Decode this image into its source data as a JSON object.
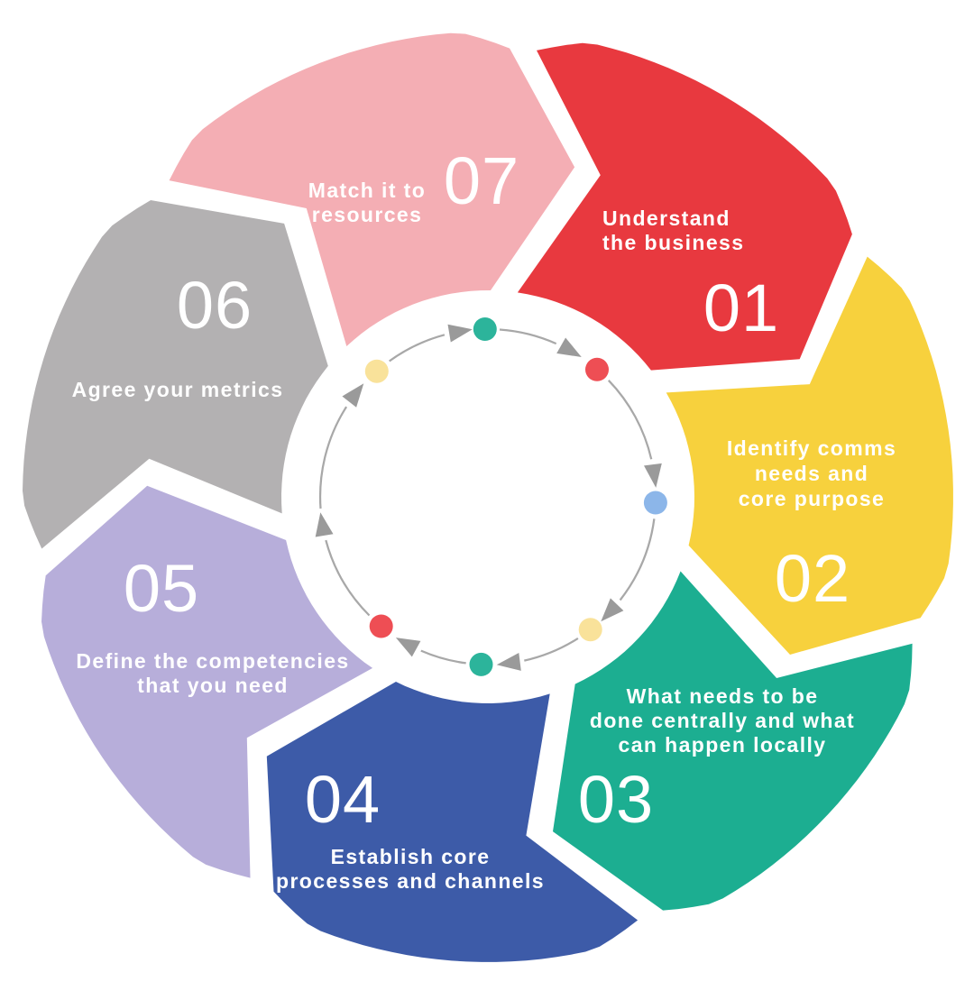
{
  "diagram": {
    "kind": "seven-step-cycle",
    "text_color": "#ffffff",
    "steps": [
      {
        "number": "01",
        "label_lines": [
          "Understand",
          "the business"
        ],
        "color": "#e8393f"
      },
      {
        "number": "02",
        "label_lines": [
          "Identify comms",
          "needs and",
          "core purpose"
        ],
        "color": "#f7d13d"
      },
      {
        "number": "03",
        "label_lines": [
          "What needs to be",
          "done centrally and what",
          "can happen locally"
        ],
        "color": "#1cae91"
      },
      {
        "number": "04",
        "label_lines": [
          "Establish core",
          "processes and channels"
        ],
        "color": "#3d5ba8"
      },
      {
        "number": "05",
        "label_lines": [
          "Define the competencies",
          "that you need"
        ],
        "color": "#b7aeda"
      },
      {
        "number": "06",
        "label_lines": [
          "Agree your metrics"
        ],
        "color": "#b3b1b2"
      },
      {
        "number": "07",
        "label_lines": [
          "Match it to",
          "resources"
        ],
        "color": "#f4aeb4"
      }
    ],
    "center_ring": {
      "line_color": "#a8a8a8",
      "arrow_color": "#9a9a9a",
      "direction": "clockwise",
      "dot_colors": [
        "#2cb49b",
        "#ee4e54",
        "#8cb6e9",
        "#f9e29a",
        "#2cb49b",
        "#ee4e54",
        "#f9e29a"
      ]
    }
  }
}
